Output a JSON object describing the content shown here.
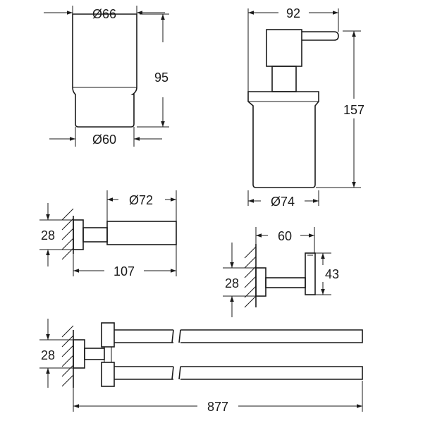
{
  "dimensions": {
    "tumbler_top_diameter": "Ø66",
    "tumbler_height": "95",
    "tumbler_bottom_diameter": "Ø60",
    "dispenser_width": "92",
    "dispenser_height": "157",
    "dispenser_diameter": "Ø74",
    "holder_diameter": "Ø72",
    "holder_wall_height": "28",
    "holder_depth": "107",
    "hook_projection": "60",
    "hook_wall_height": "28",
    "hook_height": "43",
    "towel_bar_wall_height": "28",
    "towel_bar_length": "877"
  }
}
